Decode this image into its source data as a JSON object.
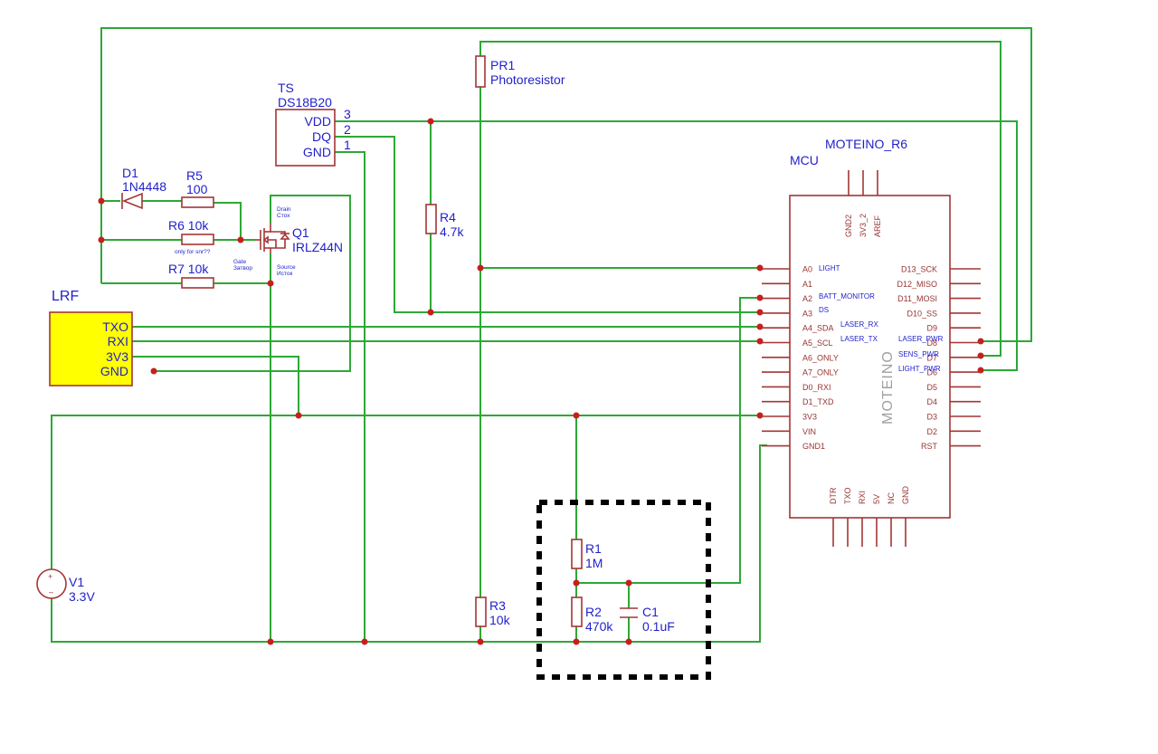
{
  "components": {
    "ts": {
      "ref": "TS",
      "value": "DS18B20",
      "pins": [
        "VDD",
        "DQ",
        "GND"
      ],
      "pin_numbers": [
        "3",
        "2",
        "1"
      ]
    },
    "pr1": {
      "ref": "PR1",
      "value": "Photoresistor"
    },
    "d1": {
      "ref": "D1",
      "value": "1N4448"
    },
    "r5": {
      "ref": "R5",
      "value": "100"
    },
    "r6": {
      "ref": "R6 10k",
      "note": "only for snr??"
    },
    "r7": {
      "ref": "R7 10k"
    },
    "q1": {
      "ref": "Q1",
      "value": "IRLZ44N",
      "drain": [
        "Drain",
        "Стох"
      ],
      "gate": [
        "Gate",
        "Затвор"
      ],
      "source": [
        "Source",
        "Исток"
      ]
    },
    "r4": {
      "ref": "R4",
      "value": "4.7k"
    },
    "lrf": {
      "title": "LRF",
      "pins": [
        "TXO",
        "RXI",
        "3V3",
        "GND"
      ],
      "fill": "#ffff00"
    },
    "v1": {
      "ref": "V1",
      "value": "3.3V"
    },
    "r3": {
      "ref": "R3",
      "value": "10k"
    },
    "r1": {
      "ref": "R1",
      "value": "1M"
    },
    "r2": {
      "ref": "R2",
      "value": "470k"
    },
    "c1": {
      "ref": "C1",
      "value": "0.1uF"
    },
    "mcu": {
      "ref": "MCU",
      "value": "MOTEINO_R6",
      "body_label": "MOTEINO",
      "top_pins": [
        "GND2",
        "3V3_2",
        "AREF"
      ],
      "bottom_pins": [
        "DTR",
        "TXO",
        "RXI",
        "5V",
        "NC",
        "GND"
      ],
      "left_pins": [
        "A0",
        "A1",
        "A2",
        "A3",
        "A4_SDA",
        "A5_SCL",
        "A6_ONLY",
        "A7_ONLY",
        "D0_RXI",
        "D1_TXD",
        "3V3",
        "VIN",
        "GND1"
      ],
      "right_pins": [
        "D13_SCK",
        "D12_MISO",
        "D11_MOSI",
        "D10_SS",
        "D9",
        "D8",
        "D7",
        "D6",
        "D5",
        "D4",
        "D3",
        "D2",
        "RST"
      ]
    }
  },
  "net_labels": {
    "light": "LIGHT",
    "batt_monitor": "BATT_MONITOR",
    "ds": "DS",
    "laser_rx": "LASER_RX",
    "laser_tx": "LASER_TX",
    "laser_pwr": "LASER_PWR",
    "sens_pwr": "SENS_PWR",
    "light_pwr": "LIGHT_PWR"
  },
  "colors": {
    "wire": "#2ea836",
    "symbol": "#a33535",
    "text": "#1f1fcc",
    "junction": "#c81e1e",
    "lrf_fill": "#ffff00"
  }
}
